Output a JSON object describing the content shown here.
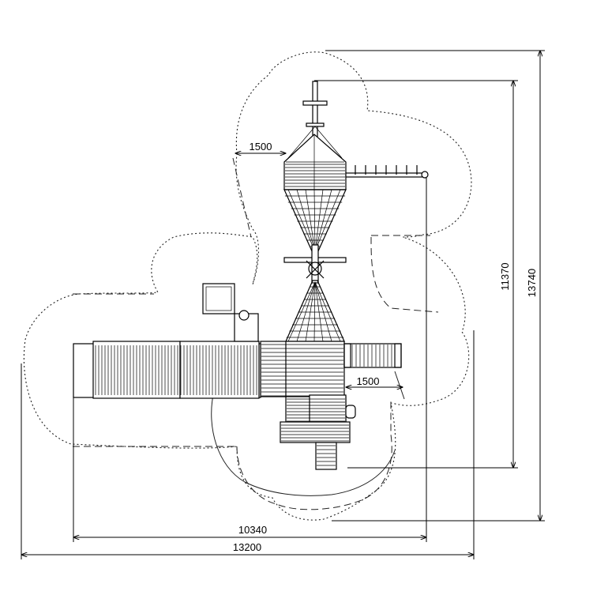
{
  "dimensions": {
    "overall_width": "13200",
    "equipment_width": "10340",
    "overall_height": "13740",
    "equipment_height": "11370",
    "clearance_top": "1500",
    "clearance_side": "1500"
  }
}
